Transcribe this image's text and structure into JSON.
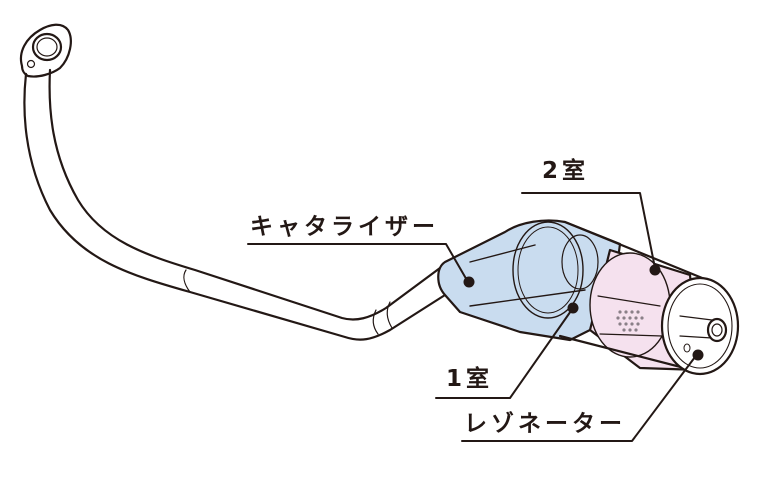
{
  "diagram": {
    "subject": "exhaust-muffler-assembly",
    "colors": {
      "stroke": "#231815",
      "chamber1_fill": "#c9dcef",
      "chamber2_fill": "#f5e1ee",
      "resonator_fill": "#ffffff",
      "background": "#ffffff"
    },
    "labels": {
      "catalyzer": "キャタライザー",
      "chamber2": "2室",
      "chamber1": "1室",
      "resonator": "レゾネーター"
    }
  }
}
